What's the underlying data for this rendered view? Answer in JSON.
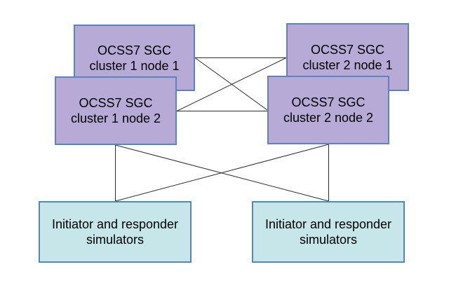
{
  "colors": {
    "node_fill": "#b8aad6",
    "node_border": "#5e82ba",
    "sim_fill": "#c7e6ea",
    "sim_border": "#5587b6",
    "connector": "#2e2e2e",
    "text": "#000000",
    "background": "#ffffff"
  },
  "nodes": {
    "cluster1_node1": {
      "label": "OCSS7 SGC\ncluster 1 node 1",
      "type": "sgc-node"
    },
    "cluster1_node2": {
      "label": "OCSS7 SGC\ncluster 1 node 2",
      "type": "sgc-node"
    },
    "cluster2_node1": {
      "label": "OCSS7 SGC\ncluster 2 node 1",
      "type": "sgc-node"
    },
    "cluster2_node2": {
      "label": "OCSS7 SGC\ncluster 2 node 2",
      "type": "sgc-node"
    },
    "simulators_left": {
      "label": "Initiator and responder\nsimulators",
      "type": "simulator"
    },
    "simulators_right": {
      "label": "Initiator and responder\nsimulators",
      "type": "simulator"
    }
  },
  "edges": [
    {
      "from": "cluster1_node1",
      "to": "cluster2_node1"
    },
    {
      "from": "cluster1_node1",
      "to": "cluster2_node2"
    },
    {
      "from": "cluster1_node2",
      "to": "cluster2_node1"
    },
    {
      "from": "cluster1_node2",
      "to": "cluster2_node2"
    },
    {
      "from": "cluster1_node2",
      "to": "simulators_left"
    },
    {
      "from": "cluster1_node2",
      "to": "simulators_right"
    },
    {
      "from": "cluster2_node2",
      "to": "simulators_left"
    },
    {
      "from": "cluster2_node2",
      "to": "simulators_right"
    }
  ]
}
